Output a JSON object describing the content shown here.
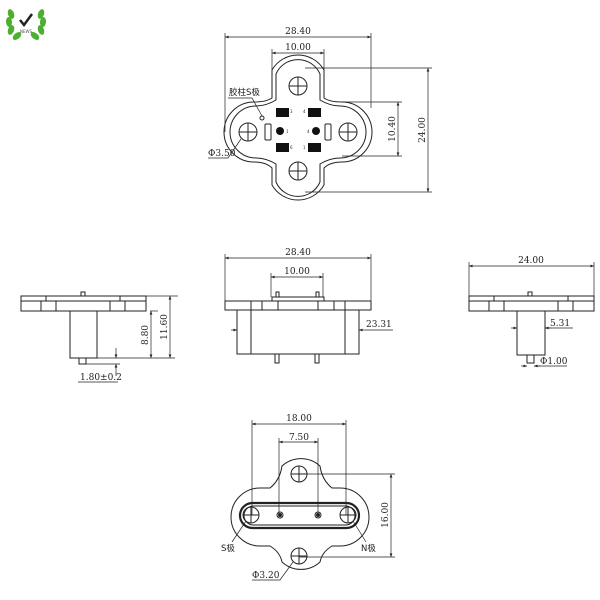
{
  "logo": {
    "icon": "laurel-check-badge-icon",
    "text": "NEWS",
    "color": "#4caf30"
  },
  "top_view": {
    "dims": {
      "width": "28.40",
      "inner_width": "10.00",
      "height": "24.00",
      "pin_span": "10.40",
      "hole_dia": "Φ3.50"
    },
    "label_post": "胶柱S极",
    "pad_labels": [
      "3",
      "4",
      "1",
      "4",
      "6",
      "1"
    ]
  },
  "side_view_left": {
    "dims": {
      "body_height": "8.80",
      "total_height": "11.60",
      "pin_length": "1.80±0.2"
    }
  },
  "front_view": {
    "dims": {
      "width": "28.40",
      "inner_width": "10.00",
      "depth": "23.31"
    }
  },
  "side_view_right": {
    "dims": {
      "width": "24.00",
      "body_width": "5.31",
      "pin_dia": "Φ1.00"
    }
  },
  "bottom_view": {
    "dims": {
      "outer_span": "18.00",
      "inner_span": "7.50",
      "height": "16.00",
      "hole_dia": "Φ3.20"
    },
    "label_s": "S极",
    "label_n": "N极"
  }
}
